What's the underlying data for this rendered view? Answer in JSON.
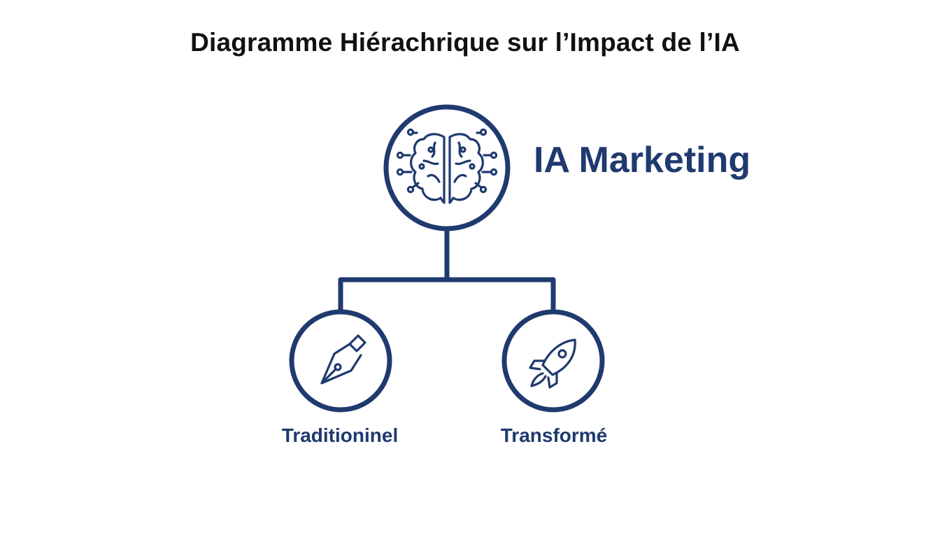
{
  "title": "Diagramme Hiérachrique sur l’Impact de l’IA",
  "colors": {
    "primary": "#1f3a6e",
    "title": "#111111",
    "background": "#ffffff"
  },
  "root": {
    "label": "IA Marketing",
    "icon": "brain-circuit-icon"
  },
  "children": [
    {
      "label": "Traditioninel",
      "icon": "fountain-pen-icon"
    },
    {
      "label": "Transformé",
      "icon": "rocket-icon"
    }
  ]
}
